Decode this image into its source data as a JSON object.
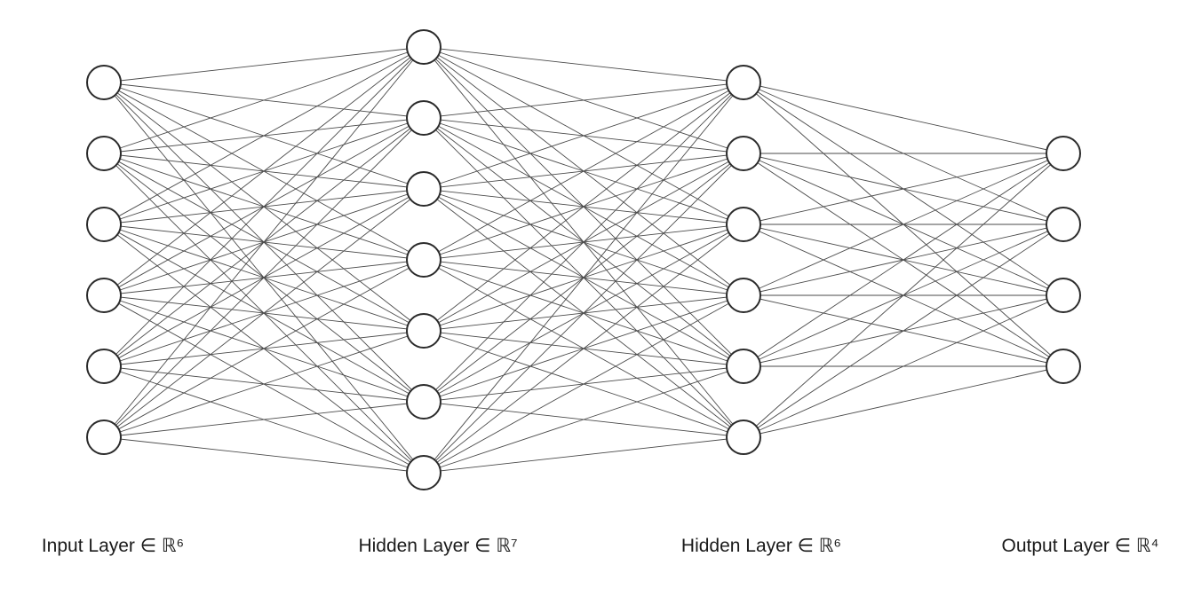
{
  "layers": [
    {
      "label": "Input Layer ∈ ℝ⁶",
      "nodes": 6
    },
    {
      "label": "Hidden Layer ∈ ℝ⁷",
      "nodes": 7
    },
    {
      "label": "Hidden Layer ∈ ℝ⁶",
      "nodes": 6
    },
    {
      "label": "Output Layer ∈ ℝ⁴",
      "nodes": 4
    }
  ],
  "colors": {
    "edge": "#4a4a4a",
    "node_stroke": "#2b2b2b",
    "node_fill": "#ffffff",
    "text": "#1a1a1a"
  }
}
